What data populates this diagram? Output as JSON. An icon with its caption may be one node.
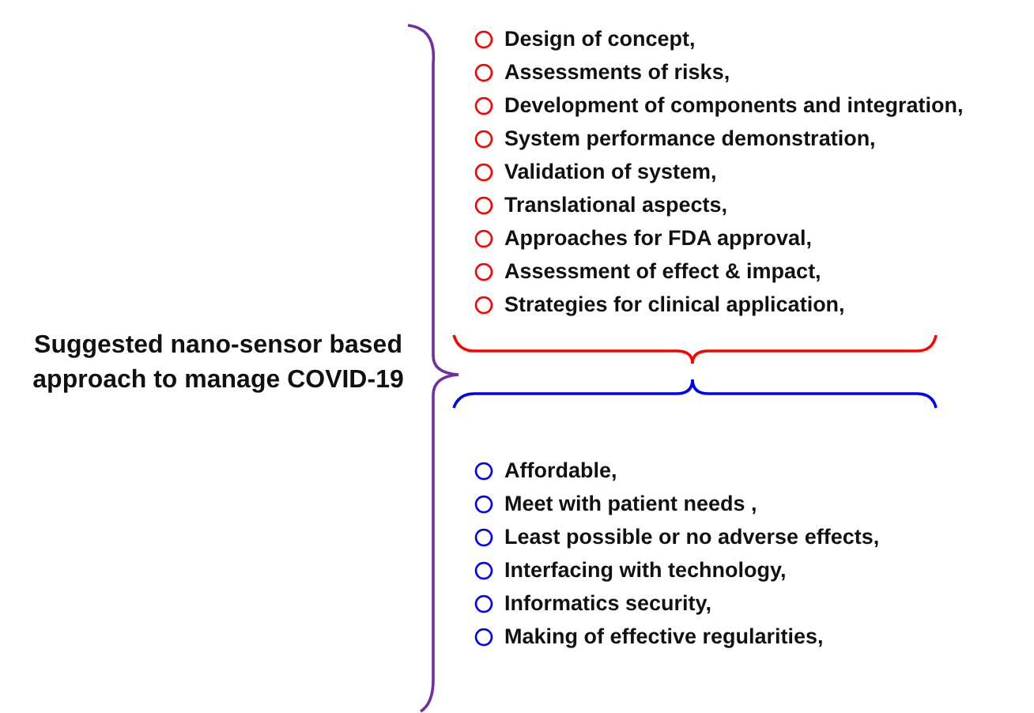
{
  "diagram": {
    "nodes": [
      {
        "text": [
          "Suggested nano-sensor based approach to manage COVID-19"
        ]
      },
      {
        "text": [
          "Design of concept,",
          "Assessments of risks,",
          "Development of components and integration,",
          "System performance demonstration,",
          "Validation of system,",
          "Translational aspects,",
          "Approaches for FDA approval,",
          "Assessment of effect & impact,",
          "Strategies for clinical application,"
        ]
      },
      {
        "text": [
          "Affordable,",
          "Meet with patient needs ,",
          "Least possible or no adverse effects,",
          "Interfacing with technology,",
          "Informatics security,",
          "Making of effective regularities,"
        ]
      }
    ]
  }
}
